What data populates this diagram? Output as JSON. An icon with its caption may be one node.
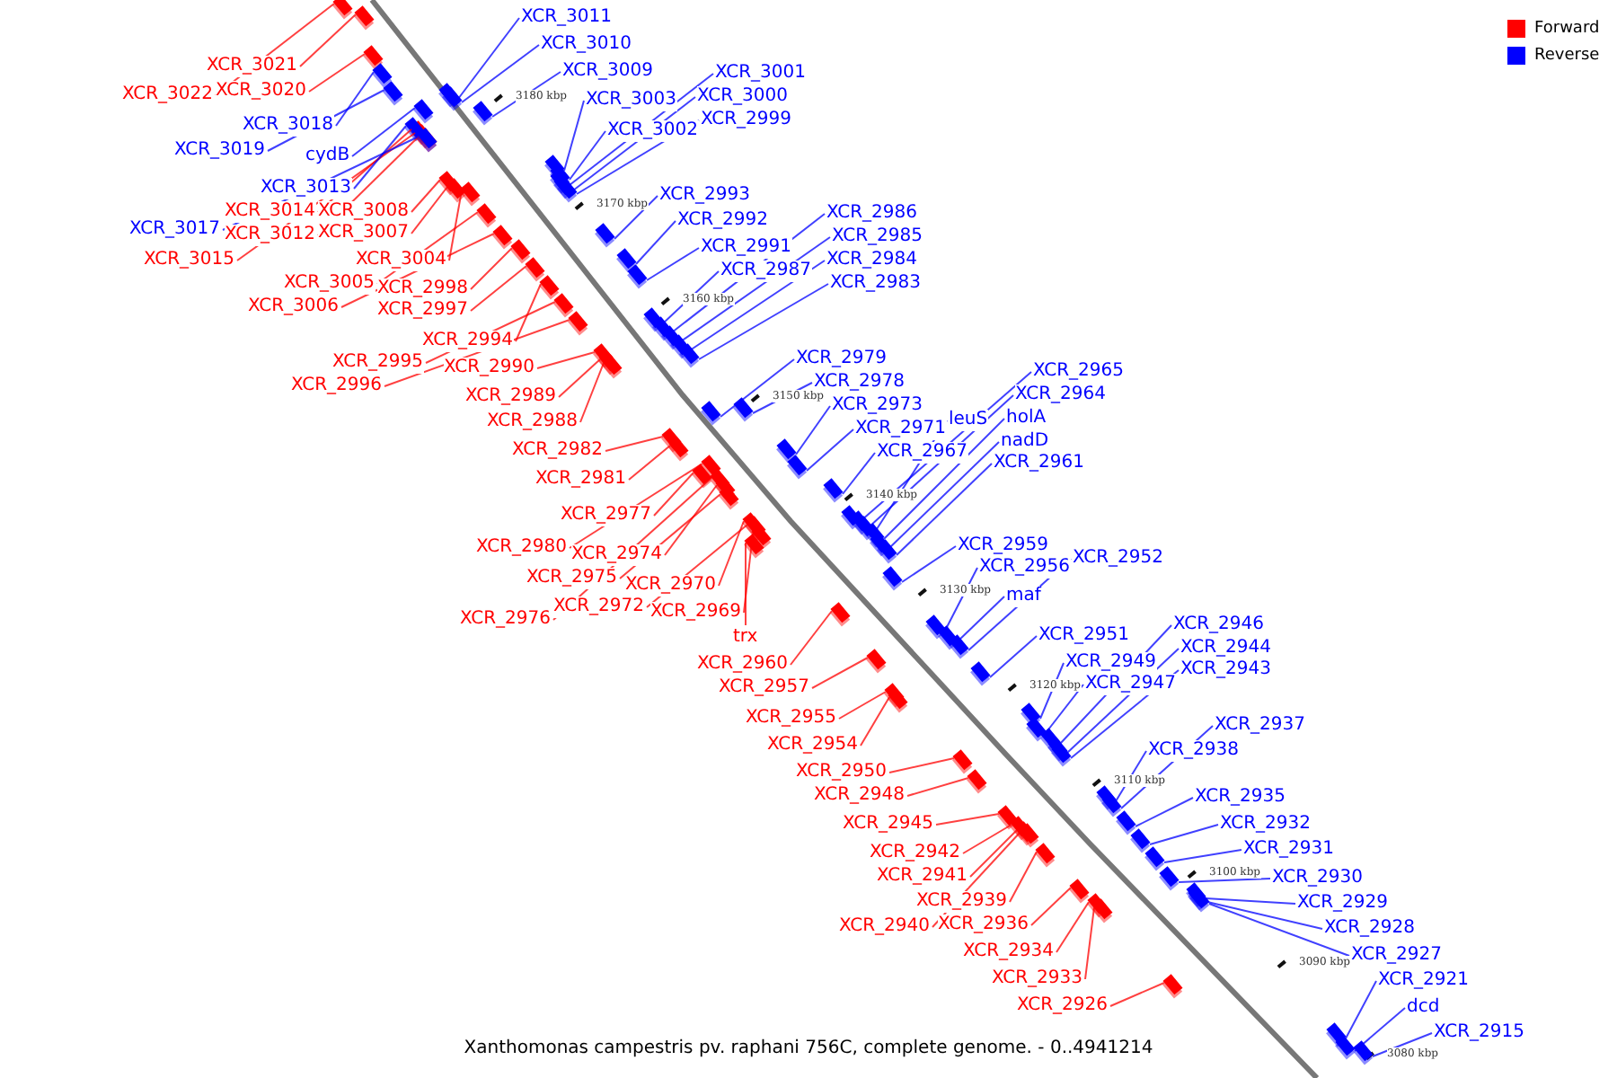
{
  "diagram": {
    "caption": "Xanthomonas campestris pv. raphani 756C, complete genome. - 0..4941214",
    "nodes": [
      {
        "text": [
          "XCR_3021"
        ]
      },
      {
        "text": [
          "XCR_3022"
        ]
      },
      {
        "text": [
          "XCR_3020"
        ]
      },
      {
        "text": [
          "XCR_3014"
        ]
      },
      {
        "text": [
          "XCR_3008"
        ]
      },
      {
        "text": [
          "XCR_3012"
        ]
      },
      {
        "text": [
          "XCR_3007"
        ]
      },
      {
        "text": [
          "XCR_3015"
        ]
      },
      {
        "text": [
          "XCR_3004"
        ]
      },
      {
        "text": [
          "XCR_3005"
        ]
      },
      {
        "text": [
          "XCR_3006"
        ]
      },
      {
        "text": [
          "XCR_2998"
        ]
      },
      {
        "text": [
          "XCR_2997"
        ]
      },
      {
        "text": [
          "XCR_2994"
        ]
      },
      {
        "text": [
          "XCR_2995"
        ]
      },
      {
        "text": [
          "XCR_2990"
        ]
      },
      {
        "text": [
          "XCR_2996"
        ]
      },
      {
        "text": [
          "XCR_2989"
        ]
      },
      {
        "text": [
          "XCR_2988"
        ]
      },
      {
        "text": [
          "XCR_2982"
        ]
      },
      {
        "text": [
          "XCR_2981"
        ]
      },
      {
        "text": [
          "XCR_2977"
        ]
      },
      {
        "text": [
          "XCR_2980"
        ]
      },
      {
        "text": [
          "XCR_2974"
        ]
      },
      {
        "text": [
          "XCR_2975"
        ]
      },
      {
        "text": [
          "XCR_2970"
        ]
      },
      {
        "text": [
          "XCR_2976"
        ]
      },
      {
        "text": [
          "XCR_2972"
        ]
      },
      {
        "text": [
          "XCR_2969"
        ]
      },
      {
        "text": [
          "trx"
        ]
      },
      {
        "text": [
          "XCR_2960"
        ]
      },
      {
        "text": [
          "XCR_2957"
        ]
      },
      {
        "text": [
          "XCR_2955"
        ]
      },
      {
        "text": [
          "XCR_2954"
        ]
      },
      {
        "text": [
          "XCR_2950"
        ]
      },
      {
        "text": [
          "XCR_2948"
        ]
      },
      {
        "text": [
          "XCR_2945"
        ]
      },
      {
        "text": [
          "XCR_2942"
        ]
      },
      {
        "text": [
          "XCR_2941"
        ]
      },
      {
        "text": [
          "XCR_2939"
        ]
      },
      {
        "text": [
          "XCR_2940"
        ]
      },
      {
        "text": [
          "XCR_2936"
        ]
      },
      {
        "text": [
          "XCR_2934"
        ]
      },
      {
        "text": [
          "XCR_2933"
        ]
      },
      {
        "text": [
          "XCR_2926"
        ]
      },
      {
        "text": [
          "XCR_3011"
        ]
      },
      {
        "text": [
          "XCR_3010"
        ]
      },
      {
        "text": [
          "XCR_3009"
        ]
      },
      {
        "text": [
          "XCR_3001"
        ]
      },
      {
        "text": [
          "XCR_3000"
        ]
      },
      {
        "text": [
          "XCR_3003"
        ]
      },
      {
        "text": [
          "XCR_2999"
        ]
      },
      {
        "text": [
          "XCR_3002"
        ]
      },
      {
        "text": [
          "XCR_3018"
        ]
      },
      {
        "text": [
          "XCR_3019"
        ]
      },
      {
        "text": [
          "cydB"
        ]
      },
      {
        "text": [
          "XCR_3013"
        ]
      },
      {
        "text": [
          "XCR_3017"
        ]
      },
      {
        "text": [
          "XCR_2993"
        ]
      },
      {
        "text": [
          "XCR_2992"
        ]
      },
      {
        "text": [
          "XCR_2991"
        ]
      },
      {
        "text": [
          "XCR_2986"
        ]
      },
      {
        "text": [
          "XCR_2985"
        ]
      },
      {
        "text": [
          "XCR_2987"
        ]
      },
      {
        "text": [
          "XCR_2984"
        ]
      },
      {
        "text": [
          "XCR_2983"
        ]
      },
      {
        "text": [
          "XCR_2979"
        ]
      },
      {
        "text": [
          "XCR_2978"
        ]
      },
      {
        "text": [
          "XCR_2973"
        ]
      },
      {
        "text": [
          "XCR_2965"
        ]
      },
      {
        "text": [
          "XCR_2964"
        ]
      },
      {
        "text": [
          "XCR_2971"
        ]
      },
      {
        "text": [
          "leuS"
        ]
      },
      {
        "text": [
          "holA"
        ]
      },
      {
        "text": [
          "XCR_2967"
        ]
      },
      {
        "text": [
          "nadD"
        ]
      },
      {
        "text": [
          "XCR_2961"
        ]
      },
      {
        "text": [
          "XCR_2959"
        ]
      },
      {
        "text": [
          "XCR_2956"
        ]
      },
      {
        "text": [
          "XCR_2952"
        ]
      },
      {
        "text": [
          "maf"
        ]
      },
      {
        "text": [
          "XCR_2951"
        ]
      },
      {
        "text": [
          "XCR_2946"
        ]
      },
      {
        "text": [
          "XCR_2949"
        ]
      },
      {
        "text": [
          "XCR_2944"
        ]
      },
      {
        "text": [
          "XCR_2947"
        ]
      },
      {
        "text": [
          "XCR_2943"
        ]
      },
      {
        "text": [
          "XCR_2937"
        ]
      },
      {
        "text": [
          "XCR_2938"
        ]
      },
      {
        "text": [
          "XCR_2935"
        ]
      },
      {
        "text": [
          "XCR_2932"
        ]
      },
      {
        "text": [
          "XCR_2931"
        ]
      },
      {
        "text": [
          "XCR_2930"
        ]
      },
      {
        "text": [
          "XCR_2929"
        ]
      },
      {
        "text": [
          "XCR_2928"
        ]
      },
      {
        "text": [
          "XCR_2927"
        ]
      },
      {
        "text": [
          "XCR_2921"
        ]
      },
      {
        "text": [
          "dcd"
        ]
      },
      {
        "text": [
          "XCR_2915"
        ]
      },
      {
        "text": [],
        "shape": "box"
      },
      {
        "text": [],
        "shape": "box"
      },
      {
        "text": [],
        "shape": "box"
      },
      {
        "text": [],
        "shape": "box"
      },
      {
        "text": [],
        "shape": "box"
      },
      {
        "text": [],
        "shape": "box"
      },
      {
        "text": [],
        "shape": "box"
      },
      {
        "text": [],
        "shape": "box"
      },
      {
        "text": [],
        "shape": "box"
      },
      {
        "text": [],
        "shape": "box"
      },
      {
        "text": [],
        "shape": "box"
      },
      {
        "text": [],
        "shape": "box"
      },
      {
        "text": [],
        "shape": "box"
      },
      {
        "text": [],
        "shape": "box"
      },
      {
        "text": [],
        "shape": "box"
      },
      {
        "text": [],
        "shape": "box"
      },
      {
        "text": [],
        "shape": "box"
      },
      {
        "text": [],
        "shape": "box"
      },
      {
        "text": [],
        "shape": "box"
      },
      {
        "text": [],
        "shape": "box"
      },
      {
        "text": [],
        "shape": "box"
      },
      {
        "text": [],
        "shape": "box"
      },
      {
        "text": [],
        "shape": "box"
      },
      {
        "text": [],
        "shape": "box"
      },
      {
        "text": [],
        "shape": "box"
      },
      {
        "text": [],
        "shape": "box"
      },
      {
        "text": [],
        "shape": "box"
      },
      {
        "text": [],
        "shape": "box"
      },
      {
        "text": [],
        "shape": "box"
      },
      {
        "text": [],
        "shape": "box"
      },
      {
        "text": [],
        "shape": "box"
      },
      {
        "text": [],
        "shape": "box"
      },
      {
        "text": [],
        "shape": "box"
      },
      {
        "text": [],
        "shape": "box"
      },
      {
        "text": [],
        "shape": "box"
      },
      {
        "text": [],
        "shape": "box"
      },
      {
        "text": [],
        "shape": "box"
      },
      {
        "text": [],
        "shape": "box"
      },
      {
        "text": [],
        "shape": "box"
      },
      {
        "text": [],
        "shape": "box"
      },
      {
        "text": [],
        "shape": "box"
      },
      {
        "text": [],
        "shape": "box"
      },
      {
        "text": [],
        "shape": "box"
      },
      {
        "text": [],
        "shape": "box"
      },
      {
        "text": [],
        "shape": "box"
      },
      {
        "text": [],
        "shape": "box"
      },
      {
        "text": [],
        "shape": "box"
      },
      {
        "text": [],
        "shape": "box"
      },
      {
        "text": [],
        "shape": "box"
      },
      {
        "text": [],
        "shape": "box"
      },
      {
        "text": [],
        "shape": "box"
      },
      {
        "text": [],
        "shape": "box"
      },
      {
        "text": [],
        "shape": "box"
      },
      {
        "text": [],
        "shape": "box"
      },
      {
        "text": [],
        "shape": "box"
      },
      {
        "text": [],
        "shape": "box"
      },
      {
        "text": [],
        "shape": "box"
      },
      {
        "text": [],
        "shape": "box"
      },
      {
        "text": [],
        "shape": "box"
      },
      {
        "text": [],
        "shape": "box"
      },
      {
        "text": [],
        "shape": "box"
      },
      {
        "text": [],
        "shape": "box"
      },
      {
        "text": [],
        "shape": "box"
      },
      {
        "text": [],
        "shape": "box"
      },
      {
        "text": [],
        "shape": "box"
      },
      {
        "text": [],
        "shape": "box"
      },
      {
        "text": [],
        "shape": "box"
      },
      {
        "text": [],
        "shape": "box"
      },
      {
        "text": [],
        "shape": "box"
      },
      {
        "text": [],
        "shape": "box"
      },
      {
        "text": [],
        "shape": "box"
      },
      {
        "text": [],
        "shape": "box"
      },
      {
        "text": [],
        "shape": "box"
      },
      {
        "text": [],
        "shape": "box"
      },
      {
        "text": [],
        "shape": "box"
      },
      {
        "text": [],
        "shape": "box"
      },
      {
        "text": [],
        "shape": "box"
      },
      {
        "text": [],
        "shape": "box"
      },
      {
        "text": [],
        "shape": "box"
      },
      {
        "text": [],
        "shape": "box"
      },
      {
        "text": [],
        "shape": "box"
      },
      {
        "text": [],
        "shape": "box"
      },
      {
        "text": [],
        "shape": "box"
      },
      {
        "text": [],
        "shape": "box"
      },
      {
        "text": [],
        "shape": "box"
      },
      {
        "text": [],
        "shape": "box"
      },
      {
        "text": [],
        "shape": "box"
      },
      {
        "text": [],
        "shape": "box"
      },
      {
        "text": [],
        "shape": "box"
      },
      {
        "text": [],
        "shape": "box"
      },
      {
        "text": [],
        "shape": "box"
      },
      {
        "text": [],
        "shape": "box"
      },
      {
        "text": [],
        "shape": "box"
      },
      {
        "text": [],
        "shape": "box"
      },
      {
        "text": [],
        "shape": "box"
      },
      {
        "text": [],
        "shape": "box"
      },
      {
        "text": [],
        "shape": "box"
      },
      {
        "text": [],
        "shape": "box"
      },
      {
        "text": [],
        "shape": "box"
      }
    ],
    "edges": [
      {
        "from": 0,
        "to": 99,
        "arrow": "none",
        "color": "#ff0000"
      },
      {
        "from": 1,
        "to": 100,
        "arrow": "none",
        "color": "#ff0000"
      },
      {
        "from": 2,
        "to": 101,
        "arrow": "none",
        "color": "#ff0000"
      },
      {
        "from": 3,
        "to": 102,
        "arrow": "none",
        "color": "#ff0000"
      },
      {
        "from": 4,
        "to": 103,
        "arrow": "none",
        "color": "#ff0000"
      },
      {
        "from": 5,
        "to": 104,
        "arrow": "none",
        "color": "#ff0000"
      },
      {
        "from": 6,
        "to": 105,
        "arrow": "none",
        "color": "#ff0000"
      },
      {
        "from": 7,
        "to": 106,
        "arrow": "none",
        "color": "#ff0000"
      },
      {
        "from": 8,
        "to": 107,
        "arrow": "none",
        "color": "#ff0000"
      },
      {
        "from": 9,
        "to": 108,
        "arrow": "none",
        "color": "#ff0000"
      },
      {
        "from": 10,
        "to": 109,
        "arrow": "none",
        "color": "#ff0000"
      },
      {
        "from": 11,
        "to": 110,
        "arrow": "none",
        "color": "#ff0000"
      },
      {
        "from": 12,
        "to": 111,
        "arrow": "none",
        "color": "#ff0000"
      },
      {
        "from": 13,
        "to": 112,
        "arrow": "none",
        "color": "#ff0000"
      },
      {
        "from": 14,
        "to": 113,
        "arrow": "none",
        "color": "#ff0000"
      },
      {
        "from": 15,
        "to": 114,
        "arrow": "none",
        "color": "#ff0000"
      },
      {
        "from": 16,
        "to": 115,
        "arrow": "none",
        "color": "#ff0000"
      },
      {
        "from": 17,
        "to": 116,
        "arrow": "none",
        "color": "#ff0000"
      },
      {
        "from": 18,
        "to": 117,
        "arrow": "none",
        "color": "#ff0000"
      },
      {
        "from": 19,
        "to": 118,
        "arrow": "none",
        "color": "#ff0000"
      },
      {
        "from": 20,
        "to": 119,
        "arrow": "none",
        "color": "#ff0000"
      },
      {
        "from": 21,
        "to": 120,
        "arrow": "none",
        "color": "#ff0000"
      },
      {
        "from": 22,
        "to": 121,
        "arrow": "none",
        "color": "#ff0000"
      },
      {
        "from": 23,
        "to": 122,
        "arrow": "none",
        "color": "#ff0000"
      },
      {
        "from": 24,
        "to": 123,
        "arrow": "none",
        "color": "#ff0000"
      },
      {
        "from": 25,
        "to": 124,
        "arrow": "none",
        "color": "#ff0000"
      },
      {
        "from": 26,
        "to": 125,
        "arrow": "none",
        "color": "#ff0000"
      },
      {
        "from": 27,
        "to": 126,
        "arrow": "none",
        "color": "#ff0000"
      },
      {
        "from": 28,
        "to": 127,
        "arrow": "none",
        "color": "#ff0000"
      },
      {
        "from": 29,
        "to": 128,
        "arrow": "none",
        "color": "#ff0000"
      },
      {
        "from": 30,
        "to": 129,
        "arrow": "none",
        "color": "#ff0000"
      },
      {
        "from": 31,
        "to": 130,
        "arrow": "none",
        "color": "#ff0000"
      },
      {
        "from": 32,
        "to": 131,
        "arrow": "none",
        "color": "#ff0000"
      },
      {
        "from": 33,
        "to": 132,
        "arrow": "none",
        "color": "#ff0000"
      },
      {
        "from": 34,
        "to": 133,
        "arrow": "none",
        "color": "#ff0000"
      },
      {
        "from": 35,
        "to": 134,
        "arrow": "none",
        "color": "#ff0000"
      },
      {
        "from": 36,
        "to": 135,
        "arrow": "none",
        "color": "#ff0000"
      },
      {
        "from": 37,
        "to": 136,
        "arrow": "none",
        "color": "#ff0000"
      },
      {
        "from": 38,
        "to": 137,
        "arrow": "none",
        "color": "#ff0000"
      },
      {
        "from": 39,
        "to": 138,
        "arrow": "none",
        "color": "#ff0000"
      },
      {
        "from": 40,
        "to": 139,
        "arrow": "none",
        "color": "#ff0000"
      },
      {
        "from": 41,
        "to": 140,
        "arrow": "none",
        "color": "#ff0000"
      },
      {
        "from": 42,
        "to": 141,
        "arrow": "none",
        "color": "#ff0000"
      },
      {
        "from": 43,
        "to": 142,
        "arrow": "none",
        "color": "#ff0000"
      },
      {
        "from": 44,
        "to": 143,
        "arrow": "none",
        "color": "#ff0000"
      },
      {
        "from": 45,
        "to": 144,
        "arrow": "none"
      },
      {
        "from": 46,
        "to": 145,
        "arrow": "none"
      },
      {
        "from": 47,
        "to": 146,
        "arrow": "none"
      },
      {
        "from": 48,
        "to": 147,
        "arrow": "none"
      },
      {
        "from": 49,
        "to": 148,
        "arrow": "none"
      },
      {
        "from": 50,
        "to": 149,
        "arrow": "none"
      },
      {
        "from": 51,
        "to": 150,
        "arrow": "none"
      },
      {
        "from": 52,
        "to": 151,
        "arrow": "none"
      },
      {
        "from": 53,
        "to": 152,
        "arrow": "none"
      },
      {
        "from": 54,
        "to": 153,
        "arrow": "none"
      },
      {
        "from": 55,
        "to": 154,
        "arrow": "none"
      },
      {
        "from": 56,
        "to": 155,
        "arrow": "none"
      },
      {
        "from": 57,
        "to": 156,
        "arrow": "none"
      },
      {
        "from": 58,
        "to": 157,
        "arrow": "none"
      },
      {
        "from": 59,
        "to": 158,
        "arrow": "none"
      },
      {
        "from": 60,
        "to": 159,
        "arrow": "none"
      },
      {
        "from": 61,
        "to": 160,
        "arrow": "none"
      },
      {
        "from": 62,
        "to": 161,
        "arrow": "none"
      },
      {
        "from": 63,
        "to": 162,
        "arrow": "none"
      },
      {
        "from": 64,
        "to": 163,
        "arrow": "none"
      },
      {
        "from": 65,
        "to": 164,
        "arrow": "none"
      },
      {
        "from": 66,
        "to": 165,
        "arrow": "none"
      },
      {
        "from": 67,
        "to": 166,
        "arrow": "none"
      },
      {
        "from": 68,
        "to": 167,
        "arrow": "none"
      },
      {
        "from": 69,
        "to": 168,
        "arrow": "none"
      },
      {
        "from": 70,
        "to": 169,
        "arrow": "none"
      },
      {
        "from": 71,
        "to": 170,
        "arrow": "none"
      },
      {
        "from": 72,
        "to": 171,
        "arrow": "none"
      },
      {
        "from": 73,
        "to": 172,
        "arrow": "none"
      },
      {
        "from": 74,
        "to": 173,
        "arrow": "none"
      },
      {
        "from": 75,
        "to": 174,
        "arrow": "none"
      },
      {
        "from": 76,
        "to": 175,
        "arrow": "none"
      },
      {
        "from": 77,
        "to": 176,
        "arrow": "none"
      },
      {
        "from": 78,
        "to": 177,
        "arrow": "none"
      },
      {
        "from": 79,
        "to": 178,
        "arrow": "none"
      },
      {
        "from": 80,
        "to": 179,
        "arrow": "none"
      },
      {
        "from": 81,
        "to": 180,
        "arrow": "none"
      },
      {
        "from": 82,
        "to": 181,
        "arrow": "none"
      },
      {
        "from": 83,
        "to": 182,
        "arrow": "none"
      },
      {
        "from": 84,
        "to": 183,
        "arrow": "none"
      },
      {
        "from": 85,
        "to": 184,
        "arrow": "none"
      },
      {
        "from": 86,
        "to": 185,
        "arrow": "none"
      },
      {
        "from": 87,
        "to": 186,
        "arrow": "none"
      },
      {
        "from": 88,
        "to": 187,
        "arrow": "none"
      },
      {
        "from": 89,
        "to": 188,
        "arrow": "none"
      },
      {
        "from": 90,
        "to": 189,
        "arrow": "none"
      },
      {
        "from": 91,
        "to": 190,
        "arrow": "none"
      },
      {
        "from": 92,
        "to": 191,
        "arrow": "none"
      },
      {
        "from": 93,
        "to": 192,
        "arrow": "none"
      },
      {
        "from": 94,
        "to": 193,
        "arrow": "none"
      },
      {
        "from": 95,
        "to": 194,
        "arrow": "none"
      },
      {
        "from": 96,
        "to": 195,
        "arrow": "none"
      },
      {
        "from": 97,
        "to": 196,
        "arrow": "none"
      },
      {
        "from": 98,
        "to": 197,
        "arrow": "none"
      }
    ],
    "labels": [
      "3180 kbp",
      "3170 kbp",
      "3160 kbp",
      "3150 kbp",
      "3140 kbp",
      "3130 kbp",
      "3120 kbp",
      "3110 kbp",
      "3100 kbp",
      "3090 kbp",
      "3080 kbp"
    ],
    "legend": [
      {
        "text": "Forward",
        "color": "#ff0000"
      },
      {
        "text": "Reverse",
        "color": "#0000ff"
      }
    ]
  }
}
